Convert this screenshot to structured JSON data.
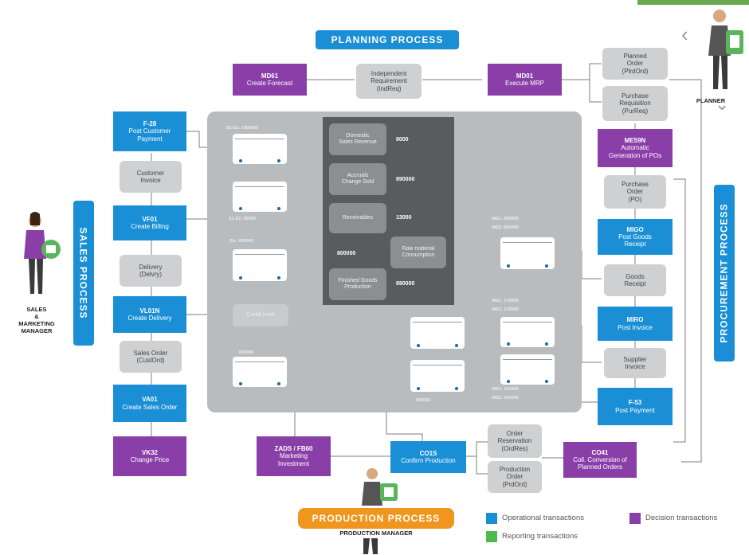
{
  "banners": {
    "planning": "PLANNING PROCESS",
    "sales": "SALES PROCESS",
    "procurement": "PROCUREMENT PROCESS",
    "production": "PRODUCTION PROCESS"
  },
  "roles": {
    "planner": "PLANNER",
    "sales_l1": "SALES",
    "sales_l2": "&",
    "sales_l3": "MARKETING",
    "sales_l4": "MANAGER",
    "production": "PRODUCTION MANAGER"
  },
  "planning": {
    "md61": {
      "code": "MD61",
      "name": "Create Forecast"
    },
    "indep": {
      "l1": "Independent",
      "l2": "Requirement",
      "l3": "(IndReq)"
    },
    "md01": {
      "code": "MD01",
      "name": "Execute MRP"
    },
    "planned_order": {
      "l1": "Planned",
      "l2": "Order",
      "l3": "(PlrdOrd)"
    },
    "purch_req": {
      "l1": "Purchase",
      "l2": "Requisition",
      "l3": "(PurReq)"
    }
  },
  "sales": {
    "f28": {
      "code": "F-28",
      "l1": "Post Customer",
      "l2": "Payment"
    },
    "cust_invoice": {
      "l1": "Customer",
      "l2": "Invoice"
    },
    "vf01": {
      "code": "VF01",
      "name": "Create Billing"
    },
    "delivery": {
      "l1": "Delivery",
      "l2": "(Delvry)"
    },
    "vl01n": {
      "code": "VL01N",
      "name": "Create Delivery"
    },
    "sales_order": {
      "l1": "Sales Order",
      "l2": "(CustOrd)"
    },
    "va01": {
      "code": "VA01",
      "name": "Create Sales Order"
    },
    "vk32": {
      "code": "VK32",
      "name": "Change Price"
    }
  },
  "procurement": {
    "me59n": {
      "code": "ME59N",
      "l1": "Automatic",
      "l2": "Generation of POs"
    },
    "po": {
      "l1": "Purchase",
      "l2": "Order",
      "l3": "(PO)"
    },
    "migo": {
      "code": "MIGO",
      "l1": "Post Goods",
      "l2": "Receipt"
    },
    "goods_receipt": {
      "l1": "Goods",
      "l2": "Receipt"
    },
    "miro": {
      "code": "MIRO",
      "name": "Post Invoice"
    },
    "supplier_invoice": {
      "l1": "Supplier",
      "l2": "Invoice"
    },
    "f53": {
      "code": "F-53",
      "name": "Post Payment"
    }
  },
  "production": {
    "zads": {
      "code": "ZADS / FB60",
      "l1": "Marketing",
      "l2": "Investment"
    },
    "co1s": {
      "code": "CO1S",
      "name": "Confirm Production"
    },
    "order_res": {
      "l1": "Order",
      "l2": "Reservation",
      "l3": "(OrdRes)"
    },
    "prod_order": {
      "l1": "Production",
      "l2": "Order",
      "l3": "(PrdOrd)"
    },
    "co41": {
      "code": "CO41",
      "l1": "Coll. Conversion of",
      "l2": "Planned Orders"
    }
  },
  "reporting": {
    "dark_items": [
      {
        "l1": "Domestic",
        "l2": "Sales Revenue"
      },
      {
        "l1": "Accruals",
        "l2": "Change Sold"
      },
      {
        "l1": "Receivables"
      },
      {
        "l1": "Raw material",
        "l2": "Consumption"
      },
      {
        "l1": "Finished Goods",
        "l2": "Production"
      }
    ],
    "dark_numbers": [
      "8000",
      "890000",
      "13000",
      "800000",
      "890000"
    ],
    "credit_limit": "Credit Limit",
    "account_labels": [
      "S1-S1: 1000000",
      "S1-S1: 56000",
      "S/L: 800000",
      "600000",
      "WE1: 800000",
      "WE2: 800000",
      "WE1: 170000",
      "WE2: 170000",
      "WE1: 100000",
      "WE2: 100000",
      "800000"
    ]
  },
  "legend": {
    "operational": "Operational transactions",
    "reporting": "Reporting transactions",
    "decision": "Decision transactions",
    "colors": {
      "operational": "#1a8fd6",
      "reporting": "#4dbb4f",
      "decision": "#8a3fa8"
    }
  }
}
